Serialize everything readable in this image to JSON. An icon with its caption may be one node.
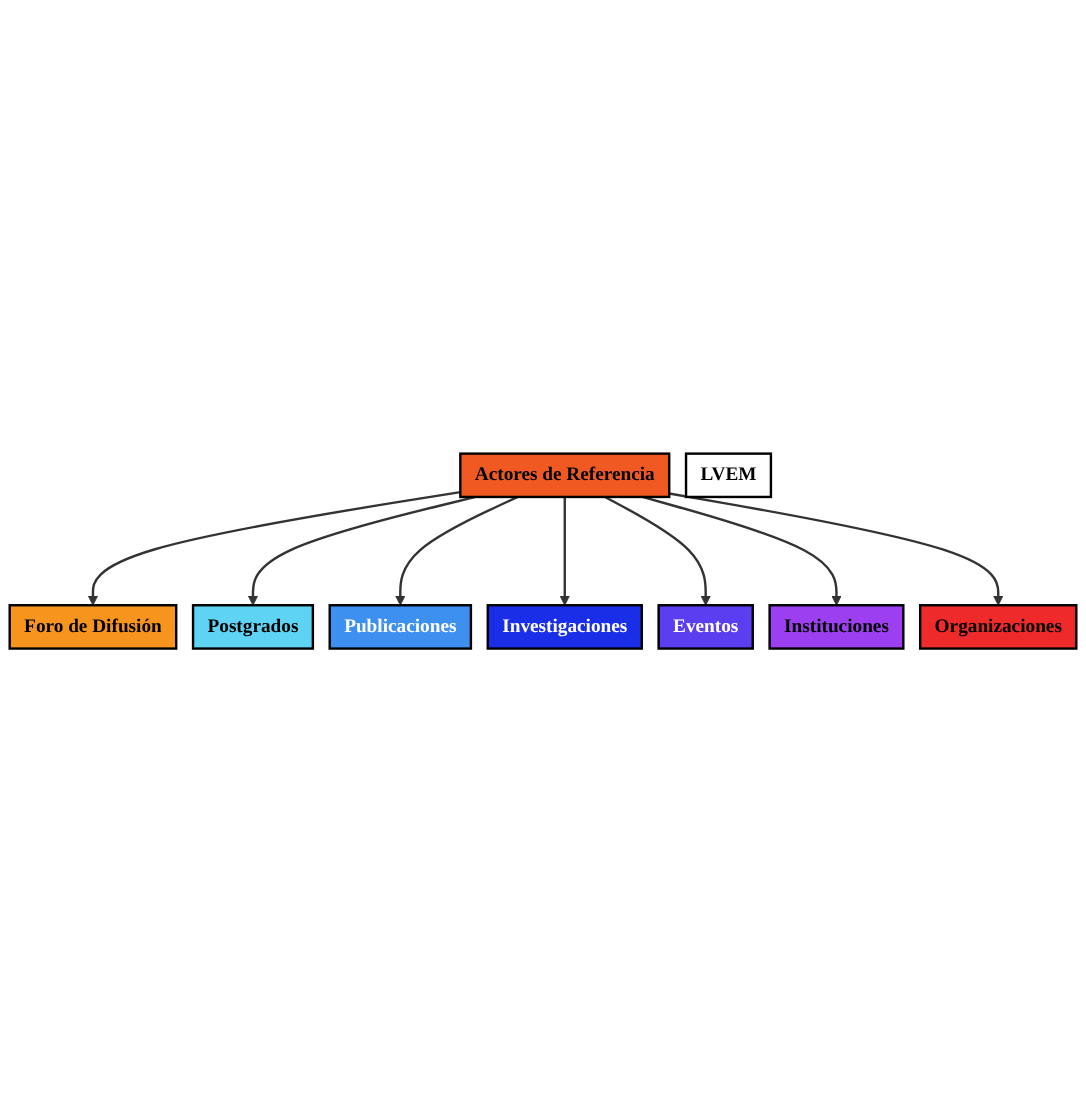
{
  "diagram": {
    "nodes": [
      {
        "text": [
          "Foro de Difusión"
        ]
      },
      {
        "text": [
          "Postgrados"
        ]
      },
      {
        "text": [
          "Actores de Referencia"
        ]
      },
      {
        "text": [
          "Publicaciones"
        ]
      },
      {
        "text": [
          "LVEM"
        ]
      },
      {
        "text": [
          "Organizaciones"
        ]
      },
      {
        "text": [
          "Investigaciones"
        ]
      },
      {
        "text": [
          "Eventos"
        ]
      },
      {
        "text": [
          "Instituciones"
        ]
      }
    ],
    "edges": [
      {
        "from": 2,
        "to": 0,
        "arrow": "to"
      },
      {
        "from": 2,
        "to": 1,
        "arrow": "to"
      },
      {
        "from": 2,
        "to": 3,
        "arrow": "to"
      },
      {
        "from": 2,
        "to": 6,
        "arrow": "to"
      },
      {
        "from": 2,
        "to": 7,
        "arrow": "to"
      },
      {
        "from": 2,
        "to": 8,
        "arrow": "to"
      },
      {
        "from": 2,
        "to": 5,
        "arrow": "to"
      }
    ]
  }
}
